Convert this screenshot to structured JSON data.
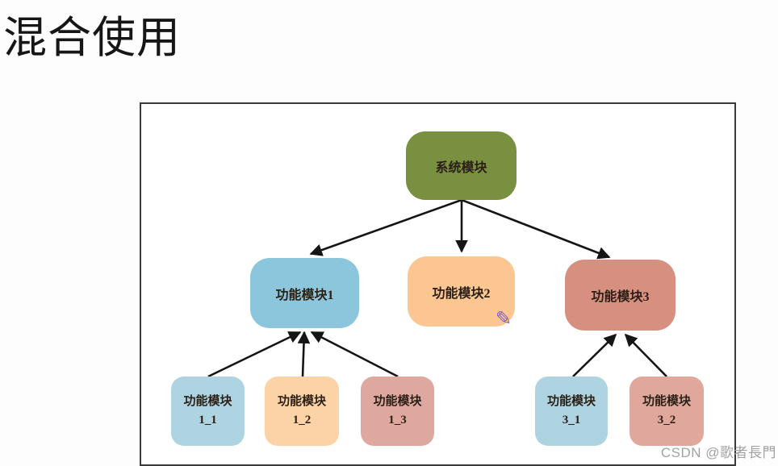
{
  "page": {
    "title": "混合使用",
    "watermark": "CSDN @歌者長門"
  },
  "diagram": {
    "nodes": {
      "root": {
        "label": "系统模块",
        "color": "#78903f"
      },
      "f1": {
        "label": "功能模块1",
        "color": "#8cc6dc"
      },
      "f2": {
        "label": "功能模块2",
        "color": "#fcc692",
        "icon": "pencil-annotation",
        "icon_color": "#7b5fc1",
        "icon_glyph": "✎"
      },
      "f3": {
        "label": "功能模块3",
        "color": "#d7907f"
      },
      "c11": {
        "label": "功能模块",
        "sublabel": "1_1",
        "color": "#aed4e2"
      },
      "c12": {
        "label": "功能模块",
        "sublabel": "1_2",
        "color": "#fcd3a6"
      },
      "c13": {
        "label": "功能模块",
        "sublabel": "1_3",
        "color": "#dfa89e"
      },
      "c31": {
        "label": "功能模块",
        "sublabel": "3_1",
        "color": "#aed4e2"
      },
      "c32": {
        "label": "功能模块",
        "sublabel": "3_2",
        "color": "#e0a79c"
      }
    },
    "edges": [
      {
        "from": "系统模块",
        "to": "功能模块1",
        "arrow": "down"
      },
      {
        "from": "系统模块",
        "to": "功能模块2",
        "arrow": "down"
      },
      {
        "from": "系统模块",
        "to": "功能模块3",
        "arrow": "down"
      },
      {
        "from": "功能模块 1_1",
        "to": "功能模块1",
        "arrow": "up"
      },
      {
        "from": "功能模块 1_2",
        "to": "功能模块1",
        "arrow": "up"
      },
      {
        "from": "功能模块 1_3",
        "to": "功能模块1",
        "arrow": "up"
      },
      {
        "from": "功能模块 3_1",
        "to": "功能模块3",
        "arrow": "up"
      },
      {
        "from": "功能模块 3_2",
        "to": "功能模块3",
        "arrow": "up"
      }
    ]
  }
}
